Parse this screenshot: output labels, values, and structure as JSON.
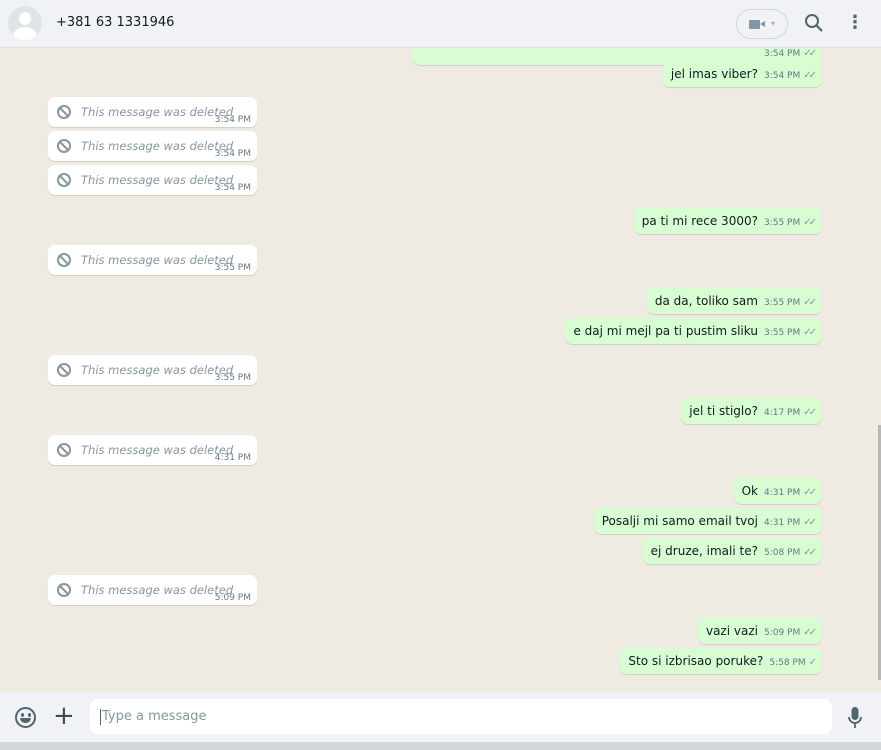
{
  "header": {
    "contact": "+381 63 1331946",
    "icons": [
      "avatar",
      "video-call-icon",
      "search-icon",
      "menu-icon"
    ]
  },
  "messages": [
    {
      "dir": "out",
      "text": "",
      "time": "3:54 PM",
      "ticks": "double",
      "partial": true
    },
    {
      "dir": "out",
      "text": "jel imas viber?",
      "time": "3:54 PM",
      "ticks": "double"
    },
    {
      "dir": "in",
      "text": "This message was deleted",
      "time": "3:54 PM"
    },
    {
      "dir": "in",
      "text": "This message was deleted",
      "time": "3:54 PM"
    },
    {
      "dir": "in",
      "text": "This message was deleted",
      "time": "3:54 PM"
    },
    {
      "dir": "out",
      "text": "pa ti mi rece 3000?",
      "time": "3:55 PM",
      "ticks": "double"
    },
    {
      "dir": "in",
      "text": "This message was deleted",
      "time": "3:55 PM"
    },
    {
      "dir": "out",
      "text": "da da, toliko sam",
      "time": "3:55 PM",
      "ticks": "double"
    },
    {
      "dir": "out",
      "text": "e daj mi mejl pa ti pustim sliku",
      "time": "3:55 PM",
      "ticks": "double"
    },
    {
      "dir": "in",
      "text": "This message was deleted",
      "time": "3:55 PM"
    },
    {
      "dir": "out",
      "text": "jel ti stiglo?",
      "time": "4:17 PM",
      "ticks": "double"
    },
    {
      "dir": "in",
      "text": "This message was deleted",
      "time": "4:31 PM"
    },
    {
      "dir": "out",
      "text": "Ok",
      "time": "4:31 PM",
      "ticks": "double"
    },
    {
      "dir": "out",
      "text": "Posalji mi samo email tvoj",
      "time": "4:31 PM",
      "ticks": "double"
    },
    {
      "dir": "out",
      "text": "ej druze, imali te?",
      "time": "5:08 PM",
      "ticks": "double"
    },
    {
      "dir": "in",
      "text": "This message was deleted",
      "time": "5:09 PM"
    },
    {
      "dir": "out",
      "text": "vazi vazi",
      "time": "5:09 PM",
      "ticks": "double"
    },
    {
      "dir": "out",
      "text": "Sto si izbrisao poruke?",
      "time": "5:58 PM",
      "ticks": "single"
    }
  ],
  "composer": {
    "placeholder": "Type a message",
    "value": ""
  },
  "colors": {
    "outgoing_bubble": "#d9fdd3",
    "incoming_bubble": "#ffffff",
    "chat_bg": "#efeae2",
    "header_bg": "#f0f2f5"
  }
}
